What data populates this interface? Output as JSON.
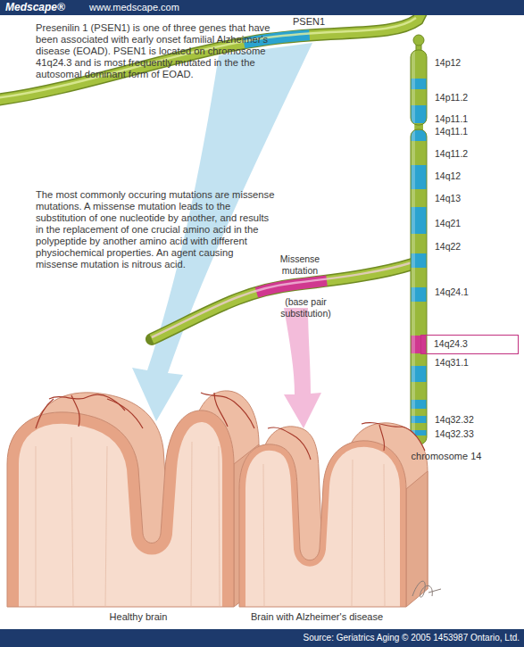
{
  "diagram": {
    "nodes": [
      {
        "text": [
          "Medscape®",
          "www.medscape.com"
        ]
      },
      {
        "text": [
          "14q24.3"
        ]
      },
      {
        "text": [
          "Source: Geriatrics Aging © 2005 1453987 Ontario, Ltd."
        ]
      }
    ],
    "labels": [
      "Presenilin 1 (PSEN1) is one of three genes that have been associated with early onset familial Alzheimer's disease (EOAD). PSEN1 is located on chromosome 41q24.3 and is most frequently mutated in the the autosomal dominant form of EOAD.",
      "The most commonly occuring mutations are missense mutations. A missense mutation leads to the substitution of one nucleotide by another, and results in the replacement of one crucial amino acid in the polypeptide by another amino acid with different physiochemical properties. An agent causing missense mutation is nitrous acid.",
      "PSEN1",
      "Missense mutation",
      "(base pair substitution)",
      "14p12",
      "14p11.2",
      "14p11.1",
      "14q11.1",
      "14q11.2",
      "14q12",
      "14q13",
      "14q21",
      "14q22",
      "14q24.1",
      "14q31.1",
      "14q32.32",
      "14q32.33",
      "chromosome 14",
      "Healthy brain",
      "Brain with Alzheimer's disease"
    ]
  }
}
